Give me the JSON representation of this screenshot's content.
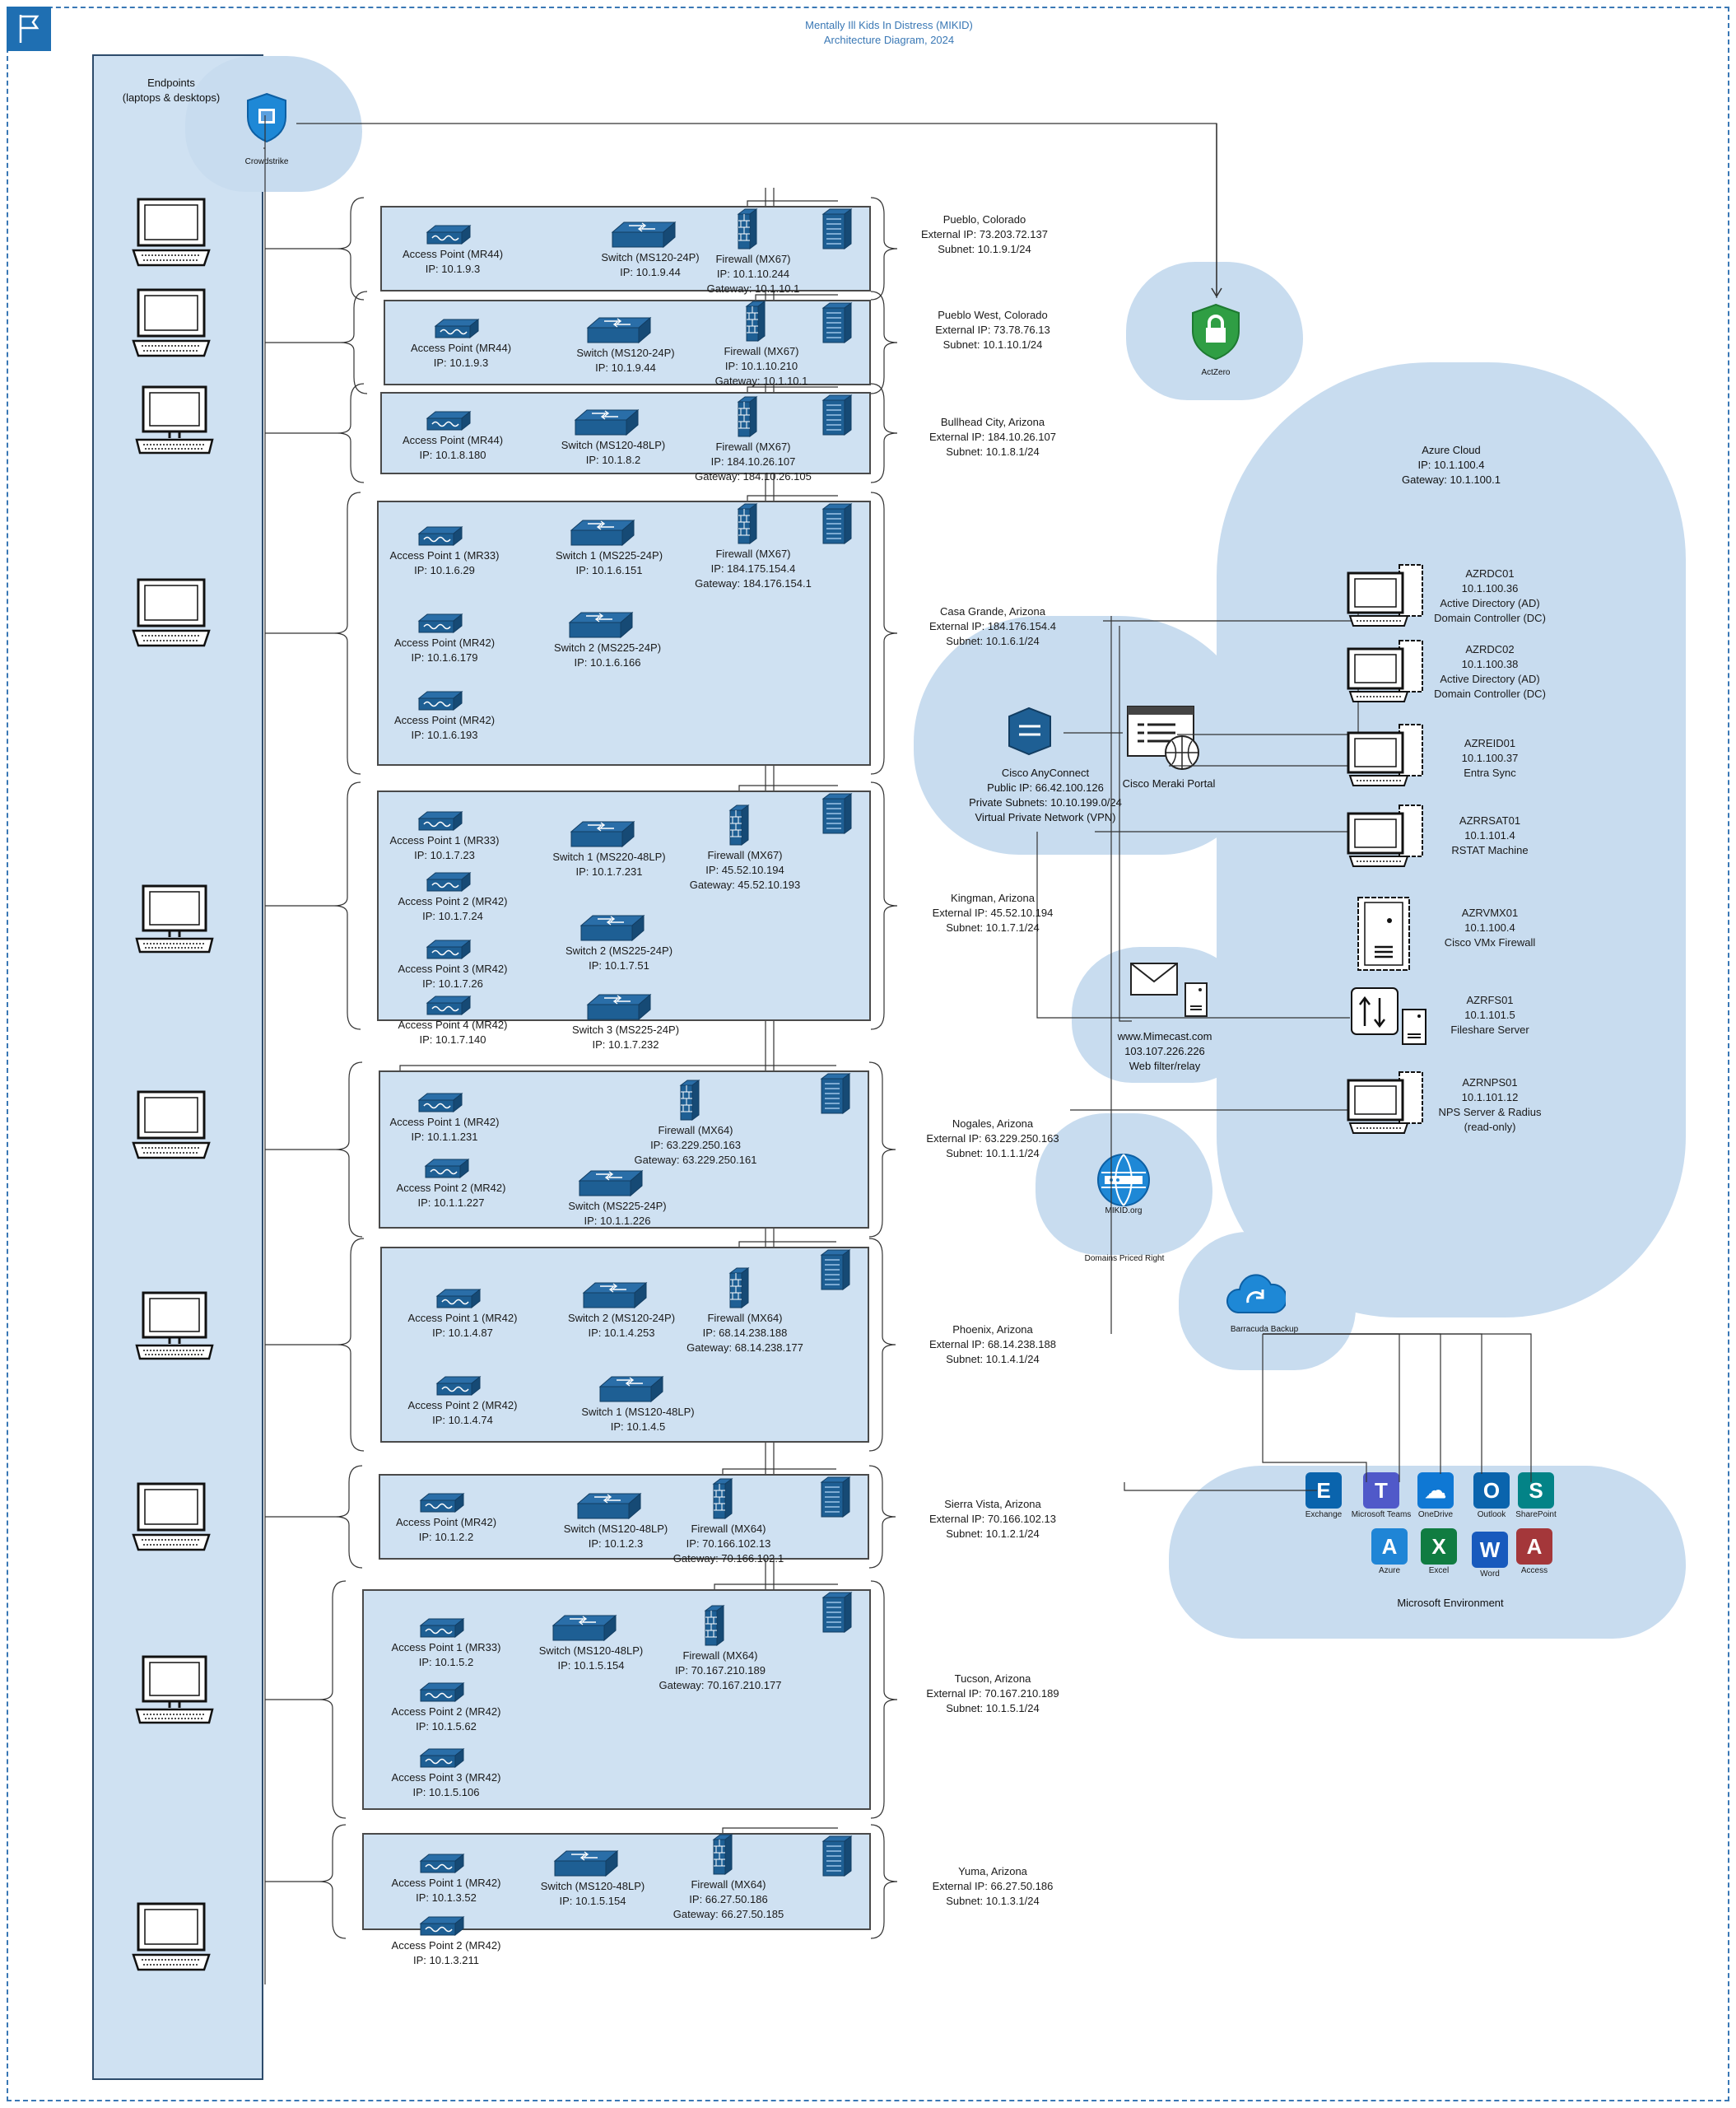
{
  "title": {
    "line1": "Mentally Ill Kids In Distress (MIKID)",
    "line2": "Architecture Diagram, 2024"
  },
  "endpoints": {
    "label1": "Endpoints",
    "label2": "(laptops & desktops)",
    "crowdstrike": "Crowdstrike"
  },
  "actzero": "ActZero",
  "sites": [
    {
      "location": "Pueblo, Colorado",
      "external_ip": "External IP: 73.203.72.137",
      "subnet": "Subnet: 10.1.9.1/24",
      "devices": [
        {
          "kind": "ap",
          "name": "Access Point (MR44)",
          "ip": "IP: 10.1.9.3"
        },
        {
          "kind": "switch",
          "name": "Switch (MS120-24P)",
          "ip": "IP: 10.1.9.44"
        },
        {
          "kind": "firewall",
          "name": "Firewall (MX67)",
          "ip": "IP: 10.1.10.244",
          "gw": "Gateway: 10.1.10.1"
        }
      ]
    },
    {
      "location": "Pueblo West, Colorado",
      "external_ip": "External IP: 73.78.76.13",
      "subnet": "Subnet: 10.1.10.1/24",
      "devices": [
        {
          "kind": "ap",
          "name": "Access Point (MR44)",
          "ip": "IP: 10.1.9.3"
        },
        {
          "kind": "switch",
          "name": "Switch (MS120-24P)",
          "ip": "IP: 10.1.9.44"
        },
        {
          "kind": "firewall",
          "name": "Firewall (MX67)",
          "ip": "IP: 10.1.10.210",
          "gw": "Gateway: 10.1.10.1"
        }
      ]
    },
    {
      "location": "Bullhead City, Arizona",
      "external_ip": "External IP: 184.10.26.107",
      "subnet": "Subnet: 10.1.8.1/24",
      "devices": [
        {
          "kind": "ap",
          "name": "Access Point (MR44)",
          "ip": "IP: 10.1.8.180"
        },
        {
          "kind": "switch",
          "name": "Switch (MS120-48LP)",
          "ip": "IP: 10.1.8.2"
        },
        {
          "kind": "firewall",
          "name": "Firewall (MX67)",
          "ip": "IP: 184.10.26.107",
          "gw": "Gateway: 184.10.26.105"
        }
      ]
    },
    {
      "location": "Casa Grande, Arizona",
      "external_ip": "External IP: 184.176.154.4",
      "subnet": "Subnet: 10.1.6.1/24",
      "devices": [
        {
          "kind": "ap",
          "name": "Access Point 1 (MR33)",
          "ip": "IP: 10.1.6.29"
        },
        {
          "kind": "switch",
          "name": "Switch 1 (MS225-24P)",
          "ip": "IP: 10.1.6.151"
        },
        {
          "kind": "firewall",
          "name": "Firewall (MX67)",
          "ip": "IP: 184.175.154.4",
          "gw": "Gateway: 184.176.154.1"
        },
        {
          "kind": "ap",
          "name": "Access Point (MR42)",
          "ip": "IP: 10.1.6.179"
        },
        {
          "kind": "switch",
          "name": "Switch 2 (MS225-24P)",
          "ip": "IP: 10.1.6.166"
        },
        {
          "kind": "ap",
          "name": "Access Point (MR42)",
          "ip": "IP: 10.1.6.193"
        }
      ]
    },
    {
      "location": "Kingman, Arizona",
      "external_ip": "External IP: 45.52.10.194",
      "subnet": "Subnet: 10.1.7.1/24",
      "devices": [
        {
          "kind": "ap",
          "name": "Access Point 1 (MR33)",
          "ip": "IP: 10.1.7.23"
        },
        {
          "kind": "switch",
          "name": "Switch 1 (MS220-48LP)",
          "ip": "IP: 10.1.7.231"
        },
        {
          "kind": "firewall",
          "name": "Firewall (MX67)",
          "ip": "IP: 45.52.10.194",
          "gw": "Gateway: 45.52.10.193"
        },
        {
          "kind": "ap",
          "name": "Access Point 2 (MR42)",
          "ip": "IP: 10.1.7.24"
        },
        {
          "kind": "switch",
          "name": "Switch 2 (MS225-24P)",
          "ip": "IP: 10.1.7.51"
        },
        {
          "kind": "ap",
          "name": "Access Point 3 (MR42)",
          "ip": "IP: 10.1.7.26"
        },
        {
          "kind": "ap",
          "name": "Access Point 4 (MR42)",
          "ip": "IP: 10.1.7.140"
        },
        {
          "kind": "switch",
          "name": "Switch 3 (MS225-24P)",
          "ip": "IP: 10.1.7.232"
        }
      ]
    },
    {
      "location": "Nogales, Arizona",
      "external_ip": "External IP: 63.229.250.163",
      "subnet": "Subnet: 10.1.1.1/24",
      "devices": [
        {
          "kind": "ap",
          "name": "Access Point 1 (MR42)",
          "ip": "IP: 10.1.1.231"
        },
        {
          "kind": "firewall",
          "name": "Firewall (MX64)",
          "ip": "IP: 63.229.250.163",
          "gw": "Gateway: 63.229.250.161"
        },
        {
          "kind": "ap",
          "name": "Access Point 2 (MR42)",
          "ip": "IP: 10.1.1.227"
        },
        {
          "kind": "switch",
          "name": "Switch (MS225-24P)",
          "ip": "IP: 10.1.1.226"
        }
      ]
    },
    {
      "location": "Phoenix, Arizona",
      "external_ip": "External IP: 68.14.238.188",
      "subnet": "Subnet: 10.1.4.1/24",
      "devices": [
        {
          "kind": "ap",
          "name": "Access Point 1 (MR42)",
          "ip": "IP: 10.1.4.87"
        },
        {
          "kind": "switch",
          "name": "Switch 2 (MS120-24P)",
          "ip": "IP: 10.1.4.253"
        },
        {
          "kind": "firewall",
          "name": "Firewall (MX64)",
          "ip": "IP: 68.14.238.188",
          "gw": "Gateway: 68.14.238.177"
        },
        {
          "kind": "ap",
          "name": "Access Point 2 (MR42)",
          "ip": "IP: 10.1.4.74"
        },
        {
          "kind": "switch",
          "name": "Switch 1 (MS120-48LP)",
          "ip": "IP: 10.1.4.5"
        }
      ]
    },
    {
      "location": "Sierra Vista, Arizona",
      "external_ip": "External IP: 70.166.102.13",
      "subnet": "Subnet: 10.1.2.1/24",
      "devices": [
        {
          "kind": "ap",
          "name": "Access Point (MR42)",
          "ip": "IP: 10.1.2.2"
        },
        {
          "kind": "switch",
          "name": "Switch (MS120-48LP)",
          "ip": "IP: 10.1.2.3"
        },
        {
          "kind": "firewall",
          "name": "Firewall (MX64)",
          "ip": "IP: 70.166.102.13",
          "gw": "Gateway: 70.166.102.1"
        }
      ]
    },
    {
      "location": "Tucson, Arizona",
      "external_ip": "External IP: 70.167.210.189",
      "subnet": "Subnet: 10.1.5.1/24",
      "devices": [
        {
          "kind": "ap",
          "name": "Access Point 1 (MR33)",
          "ip": "IP: 10.1.5.2"
        },
        {
          "kind": "switch",
          "name": "Switch (MS120-48LP)",
          "ip": "IP: 10.1.5.154"
        },
        {
          "kind": "firewall",
          "name": "Firewall (MX64)",
          "ip": "IP: 70.167.210.189",
          "gw": "Gateway: 70.167.210.177"
        },
        {
          "kind": "ap",
          "name": "Access Point 2 (MR42)",
          "ip": "IP: 10.1.5.62"
        },
        {
          "kind": "ap",
          "name": "Access Point 3 (MR42)",
          "ip": "IP: 10.1.5.106"
        }
      ]
    },
    {
      "location": "Yuma, Arizona",
      "external_ip": "External IP: 66.27.50.186",
      "subnet": "Subnet: 10.1.3.1/24",
      "devices": [
        {
          "kind": "ap",
          "name": "Access Point 1 (MR42)",
          "ip": "IP: 10.1.3.52"
        },
        {
          "kind": "switch",
          "name": "Switch (MS120-48LP)",
          "ip": "IP: 10.1.5.154"
        },
        {
          "kind": "firewall",
          "name": "Firewall (MX64)",
          "ip": "IP: 66.27.50.186",
          "gw": "Gateway: 66.27.50.185"
        },
        {
          "kind": "ap",
          "name": "Access Point 2 (MR42)",
          "ip": "IP: 10.1.3.211"
        }
      ]
    }
  ],
  "vpn": {
    "name": "Cisco AnyConnect",
    "public_ip": "Public IP: 66.42.100.126",
    "private_subnets": "Private Subnets: 10.10.199.0/24",
    "vpn": "Virtual Private Network (VPN)"
  },
  "meraki": "Cisco Meraki Portal",
  "mimecast": {
    "url": "www.Mimecast.com",
    "ip": "103.107.226.226",
    "desc": "Web filter/relay"
  },
  "mikid_org": "MIKID.org",
  "domains": "Domains Priced Right",
  "barracuda": "Barracuda Backup",
  "azure": {
    "title": "Azure Cloud",
    "ip": "IP: 10.1.100.4",
    "gw": "Gateway: 10.1.100.1",
    "servers": [
      {
        "lines": [
          "AZRDC01",
          "10.1.100.36",
          "Active Directory (AD)",
          "Domain Controller (DC)"
        ]
      },
      {
        "lines": [
          "AZRDC02",
          "10.1.100.38",
          "Active Directory (AD)",
          "Domain Controller (DC)"
        ]
      },
      {
        "lines": [
          "AZREID01",
          "10.1.100.37",
          "Entra Sync"
        ]
      },
      {
        "lines": [
          "AZRRSAT01",
          "10.1.101.4",
          "RSTAT Machine"
        ]
      },
      {
        "lines": [
          "AZRVMX01",
          "10.1.100.4",
          "Cisco VMx Firewall"
        ]
      },
      {
        "lines": [
          "AZRFS01",
          "10.1.101.5",
          "Fileshare Server"
        ]
      },
      {
        "lines": [
          "AZRNPS01",
          "10.1.101.12",
          "NPS Server & Radius",
          "(read-only)"
        ]
      }
    ]
  },
  "microsoft": {
    "title": "Microsoft Environment",
    "apps": [
      {
        "name": "Exchange",
        "letter": "E",
        "color": "#0a64ad"
      },
      {
        "name": "Microsoft Teams",
        "letter": "T",
        "color": "#5059c9"
      },
      {
        "name": "OneDrive",
        "letter": "☁",
        "color": "#0f78d4"
      },
      {
        "name": "Outlook",
        "letter": "O",
        "color": "#0a64ad"
      },
      {
        "name": "SharePoint",
        "letter": "S",
        "color": "#038387"
      },
      {
        "name": "Azure",
        "letter": "A",
        "color": "#1f85d6"
      },
      {
        "name": "Excel",
        "letter": "X",
        "color": "#107c41"
      },
      {
        "name": "Word",
        "letter": "W",
        "color": "#185abd"
      },
      {
        "name": "Access",
        "letter": "A",
        "color": "#a4373a"
      }
    ]
  }
}
